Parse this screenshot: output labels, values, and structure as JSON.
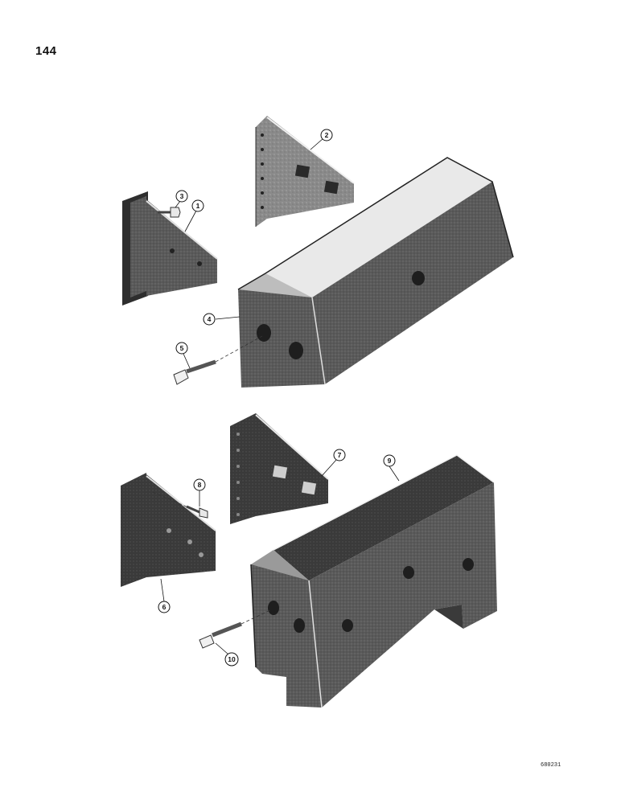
{
  "page": {
    "number": "144",
    "ref_code": "680231"
  },
  "callouts": [
    "1",
    "2",
    "3",
    "4",
    "5",
    "6",
    "7",
    "8",
    "9",
    "10"
  ],
  "colors": {
    "metal": "#5a5a5a",
    "metal_dark": "#303030",
    "highlight": "#e6e6e6",
    "ink": "#111111"
  }
}
